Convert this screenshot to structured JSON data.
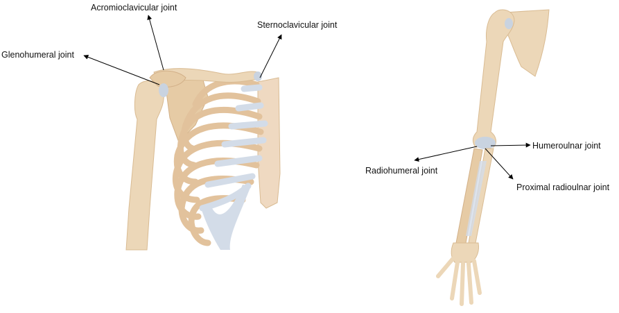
{
  "labels": {
    "acromioclavicular": "Acromioclavicular joint",
    "sternoclavicular": "Sternoclavicular joint",
    "glenohumeral": "Glenohumeral joint",
    "humeroulnar": "Humeroulnar joint",
    "radiohumeral": "Radiohumeral joint",
    "proximal_radioulnar": "Proximal radioulnar joint"
  },
  "colors": {
    "bone": "#ecd7b8",
    "bone_shade": "#d9bb92",
    "cartilage": "#d3dce8",
    "sternum": "#efd9c1",
    "line": "#000000",
    "background": "#ffffff"
  }
}
